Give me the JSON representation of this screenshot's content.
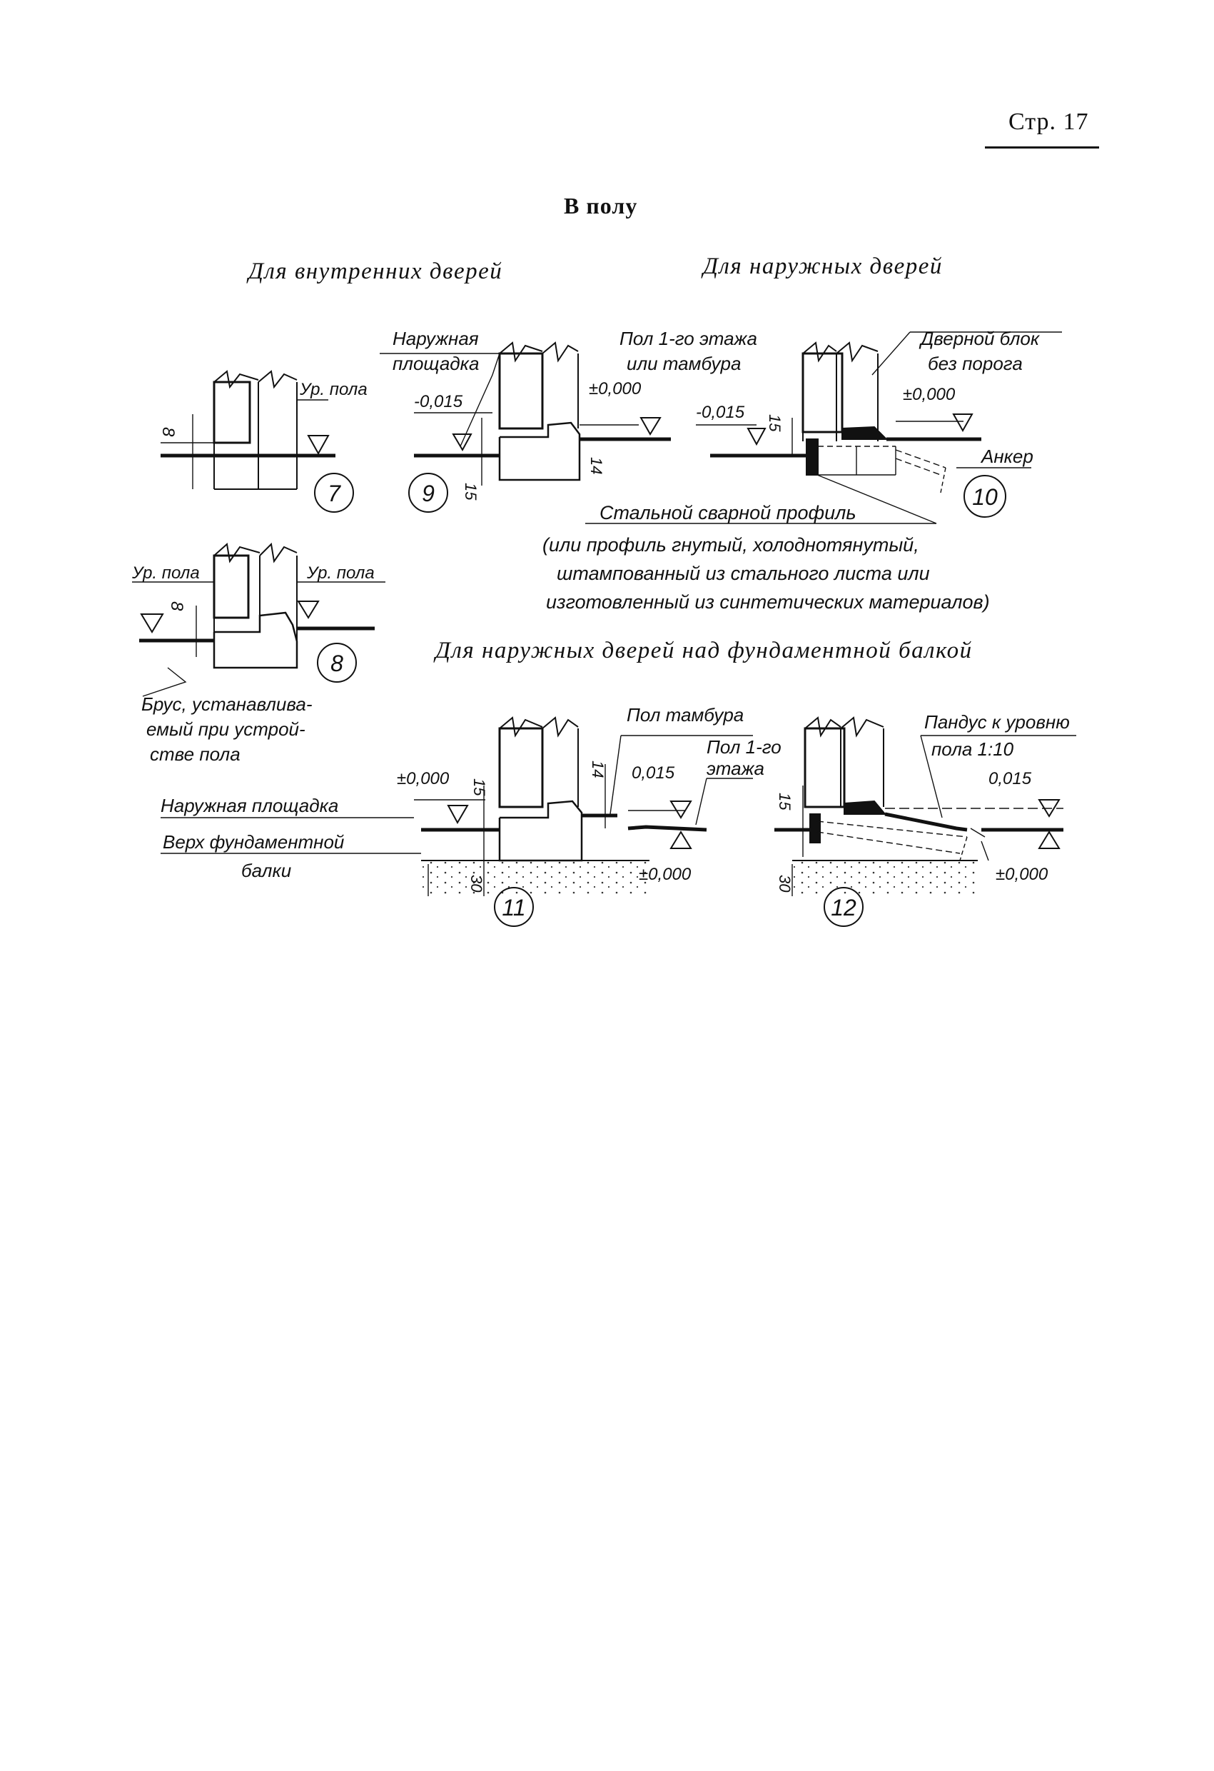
{
  "header": {
    "page_label": "Стр. 17"
  },
  "title": "В полу",
  "sections": {
    "internal": "Для внутренних дверей",
    "external": "Для наружных дверей",
    "over_beam": "Для наружных дверей над фундаментной балкой"
  },
  "detail_numbers": [
    "7",
    "8",
    "9",
    "10",
    "11",
    "12"
  ],
  "labels": {
    "ur_pola": "Ур. пола",
    "naruzhnaya": "Наружная",
    "ploshchadka": "площадка",
    "pol_1": "Пол 1-го этажа",
    "ili_tambura": "или тамбура",
    "dvernoy": "Дверной блок",
    "bez_poroga": "без порога",
    "anker": "Анкер",
    "profile_title": "Стальной сварной профиль",
    "profile_1": "(или профиль гнутый, холоднотянутый,",
    "profile_2": "штампованный из стального листа или",
    "profile_3": "изготовленный из синтетических материалов)",
    "brus_1": "Брус, устанавлива-",
    "brus_2": "емый при устрой-",
    "brus_3": "стве пола",
    "pol_tambura": "Пол тамбура",
    "pol_1go": "Пол 1-го",
    "etazha": "этажа",
    "pandus_1": "Пандус к уровню",
    "pandus_2": "пола 1:10",
    "naruzh_ploshchadka": "Наружная площадка",
    "verh_1": "Верх фундаментной",
    "verh_2": "балки"
  },
  "dimensions": {
    "d8": "8",
    "d14": "14",
    "d15": "15",
    "d30": "30",
    "m0015": "-0,015",
    "p0000": "±0,000",
    "v0015": "0,015"
  }
}
